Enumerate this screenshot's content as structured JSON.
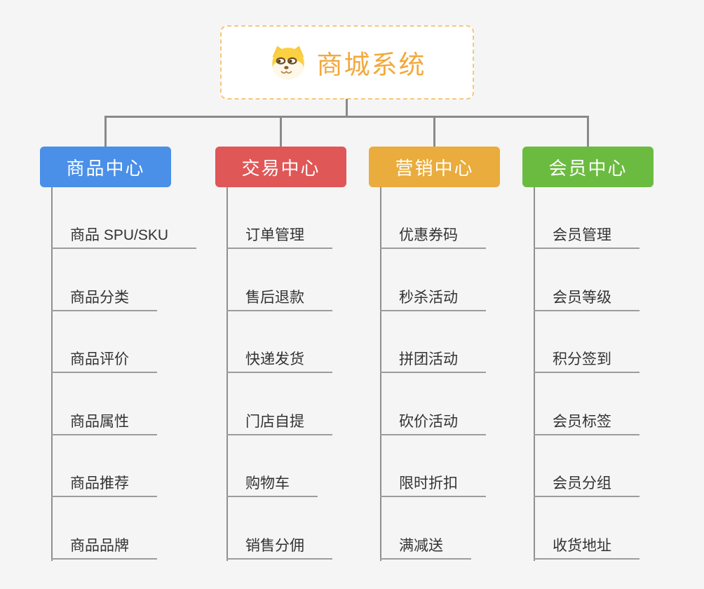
{
  "page": {
    "background": "#f5f5f5",
    "connector_color": "#8a8a8a",
    "underline_color": "#9c9c9c"
  },
  "root": {
    "title": "商城系统",
    "icon": "dog-face-icon",
    "text_color": "#f2a93d",
    "border_color": "#f6c77e",
    "background": "#ffffff"
  },
  "branches": [
    {
      "label": "商品中心",
      "color": "#4a8fe8",
      "children": [
        "商品 SPU/SKU",
        "商品分类",
        "商品评价",
        "商品属性",
        "商品推荐",
        "商品品牌"
      ]
    },
    {
      "label": "交易中心",
      "color": "#e05757",
      "children": [
        "订单管理",
        "售后退款",
        "快递发货",
        "门店自提",
        "购物车",
        "销售分佣"
      ]
    },
    {
      "label": "营销中心",
      "color": "#eaac3d",
      "children": [
        "优惠券码",
        "秒杀活动",
        "拼团活动",
        "砍价活动",
        "限时折扣",
        "满减送"
      ]
    },
    {
      "label": "会员中心",
      "color": "#6cbb41",
      "children": [
        "会员管理",
        "会员等级",
        "积分签到",
        "会员标签",
        "会员分组",
        "收货地址"
      ]
    }
  ]
}
